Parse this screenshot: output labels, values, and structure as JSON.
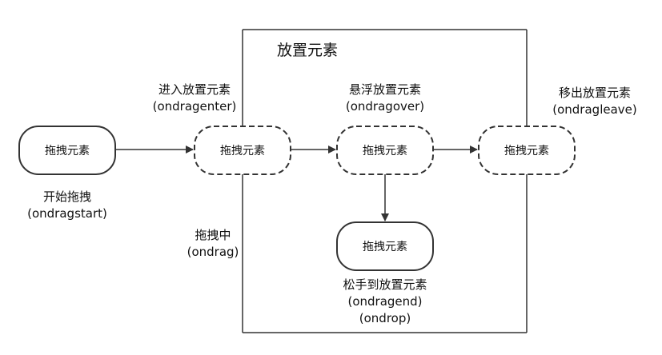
{
  "zone": {
    "title": "放置元素"
  },
  "nodes": {
    "source": {
      "text": "拖拽元素",
      "caption": [
        "开始拖拽",
        "(ondragstart)"
      ]
    },
    "enter": {
      "text": "拖拽元素",
      "caption": [
        "进入放置元素",
        "(ondragenter)"
      ]
    },
    "over": {
      "text": "拖拽元素",
      "caption": [
        "悬浮放置元素",
        "(ondragover)"
      ]
    },
    "leave": {
      "text": "拖拽元素",
      "caption": [
        "移出放置元素",
        "(ondragleave)"
      ]
    },
    "drop": {
      "text": "拖拽元素",
      "caption": [
        "松手到放置元素",
        "(ondragend)",
        "(ondrop)"
      ]
    }
  },
  "side_label": [
    "拖拽中",
    "(ondrag)"
  ],
  "colors": {
    "stroke": "#333333",
    "background": "#ffffff"
  }
}
